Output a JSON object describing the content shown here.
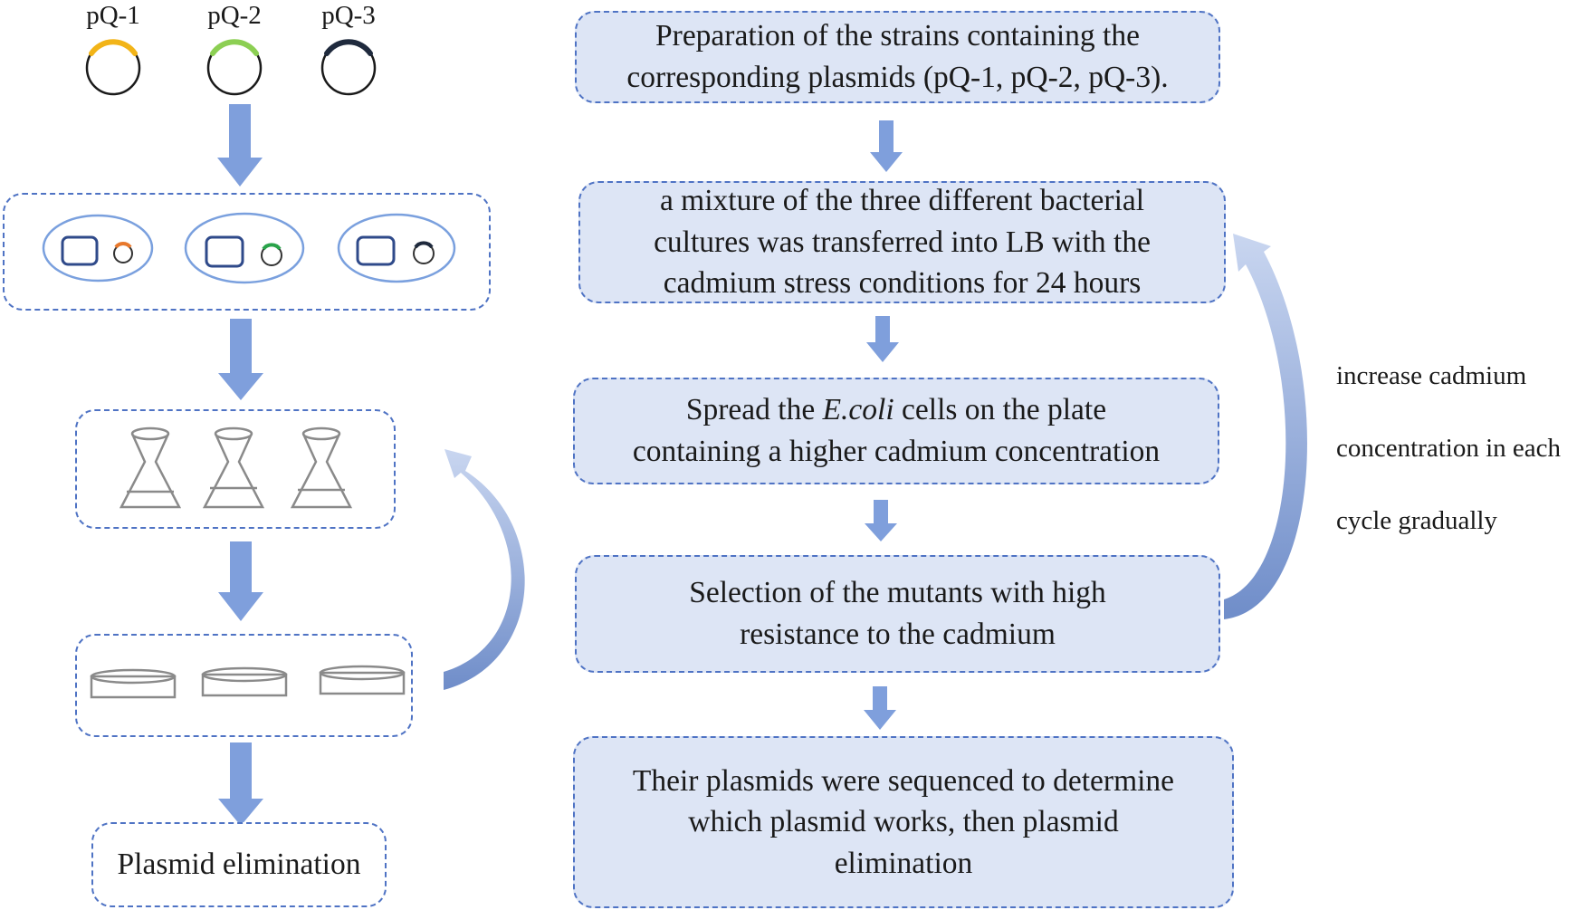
{
  "plasmids": [
    {
      "label": "pQ-1",
      "color": "#f2b418"
    },
    {
      "label": "pQ-2",
      "color": "#8ccf53"
    },
    {
      "label": "pQ-3",
      "color": "#1f2a3d"
    }
  ],
  "cell_plasmid_colors": [
    "#e8782c",
    "#29a34a",
    "#1f2a3d"
  ],
  "left_final_label": "Plasmid elimination",
  "steps": [
    {
      "lines": [
        "Preparation of the strains containing the",
        "corresponding plasmids (pQ-1, pQ-2, pQ-3)."
      ]
    },
    {
      "lines": [
        "a mixture of the three different bacterial",
        "cultures was transferred into LB with the",
        "cadmium stress conditions for 24 hours"
      ]
    },
    {
      "line1_pre": "Spread the ",
      "line1_em": "E.coli",
      "line1_post": " cells on the plate",
      "line2": "containing a higher cadmium concentration"
    },
    {
      "lines": [
        "Selection of the mutants with high",
        "resistance to the cadmium"
      ]
    },
    {
      "lines": [
        "Their plasmids were sequenced to determine",
        "which plasmid works, then plasmid",
        "elimination"
      ]
    }
  ],
  "side_note": {
    "lines": [
      "increase  cadmium",
      "concentration in each",
      "cycle gradually"
    ]
  },
  "colors": {
    "border": "#4f73c4",
    "step_fill": "#dde5f5",
    "arrow": "#7f9fdc",
    "cell_outline": "#7aa0de"
  }
}
